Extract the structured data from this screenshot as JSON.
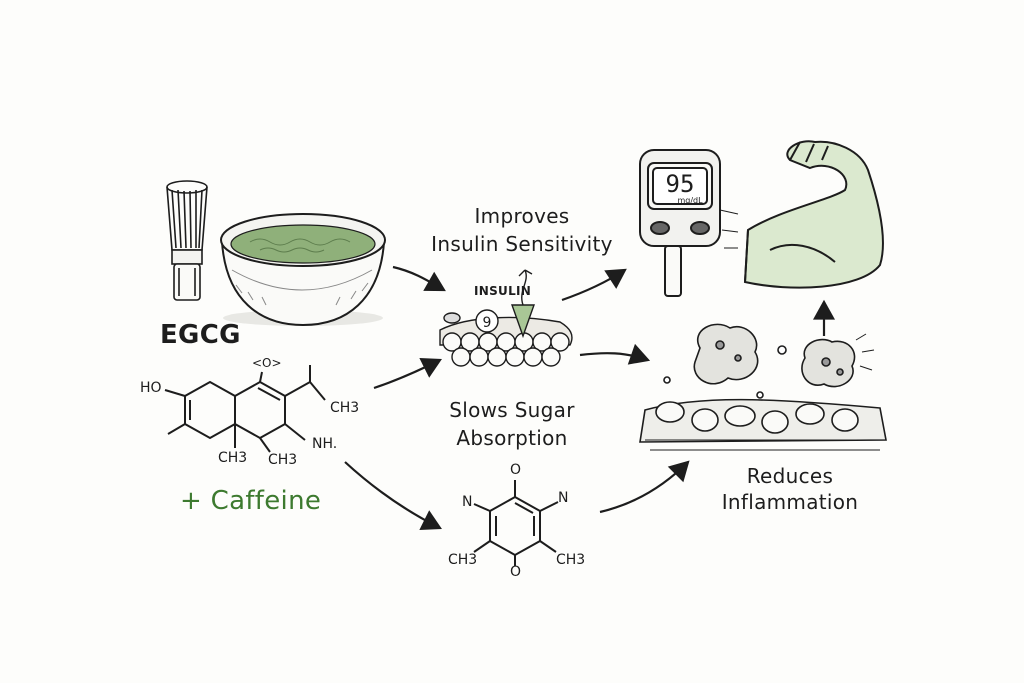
{
  "labels": {
    "egcg": "EGCG",
    "caffeine": "+ Caffeine",
    "insulin_line1": "Improves",
    "insulin_line2": "Insulin Sensitivity",
    "insulin_tag": "INSULIN",
    "sugar_line1": "Slows Sugar",
    "sugar_line2": "Absorption",
    "inflam_line1": "Reduces",
    "inflam_line2": "Inflammation",
    "glucose_value": "95",
    "glucose_unit": "mg/dL"
  },
  "egcg_structure": {
    "ho": "HO",
    "top": "<O>",
    "ch3_right": "CH3",
    "ch3_a": "CH3",
    "ch3_b": "CH3",
    "nh": "NH."
  },
  "caffeine_structure": {
    "o_top": "O",
    "n_left": "N",
    "n_right": "N",
    "ch3_left": "CH3",
    "ch3_right": "CH3",
    "o_bottom": "O"
  },
  "colors": {
    "ink": "#1d1d1d",
    "tea_green": "#8fb07a",
    "caffeine_green": "#3d7a2f",
    "muscle_tint": "#dbe9cf"
  }
}
